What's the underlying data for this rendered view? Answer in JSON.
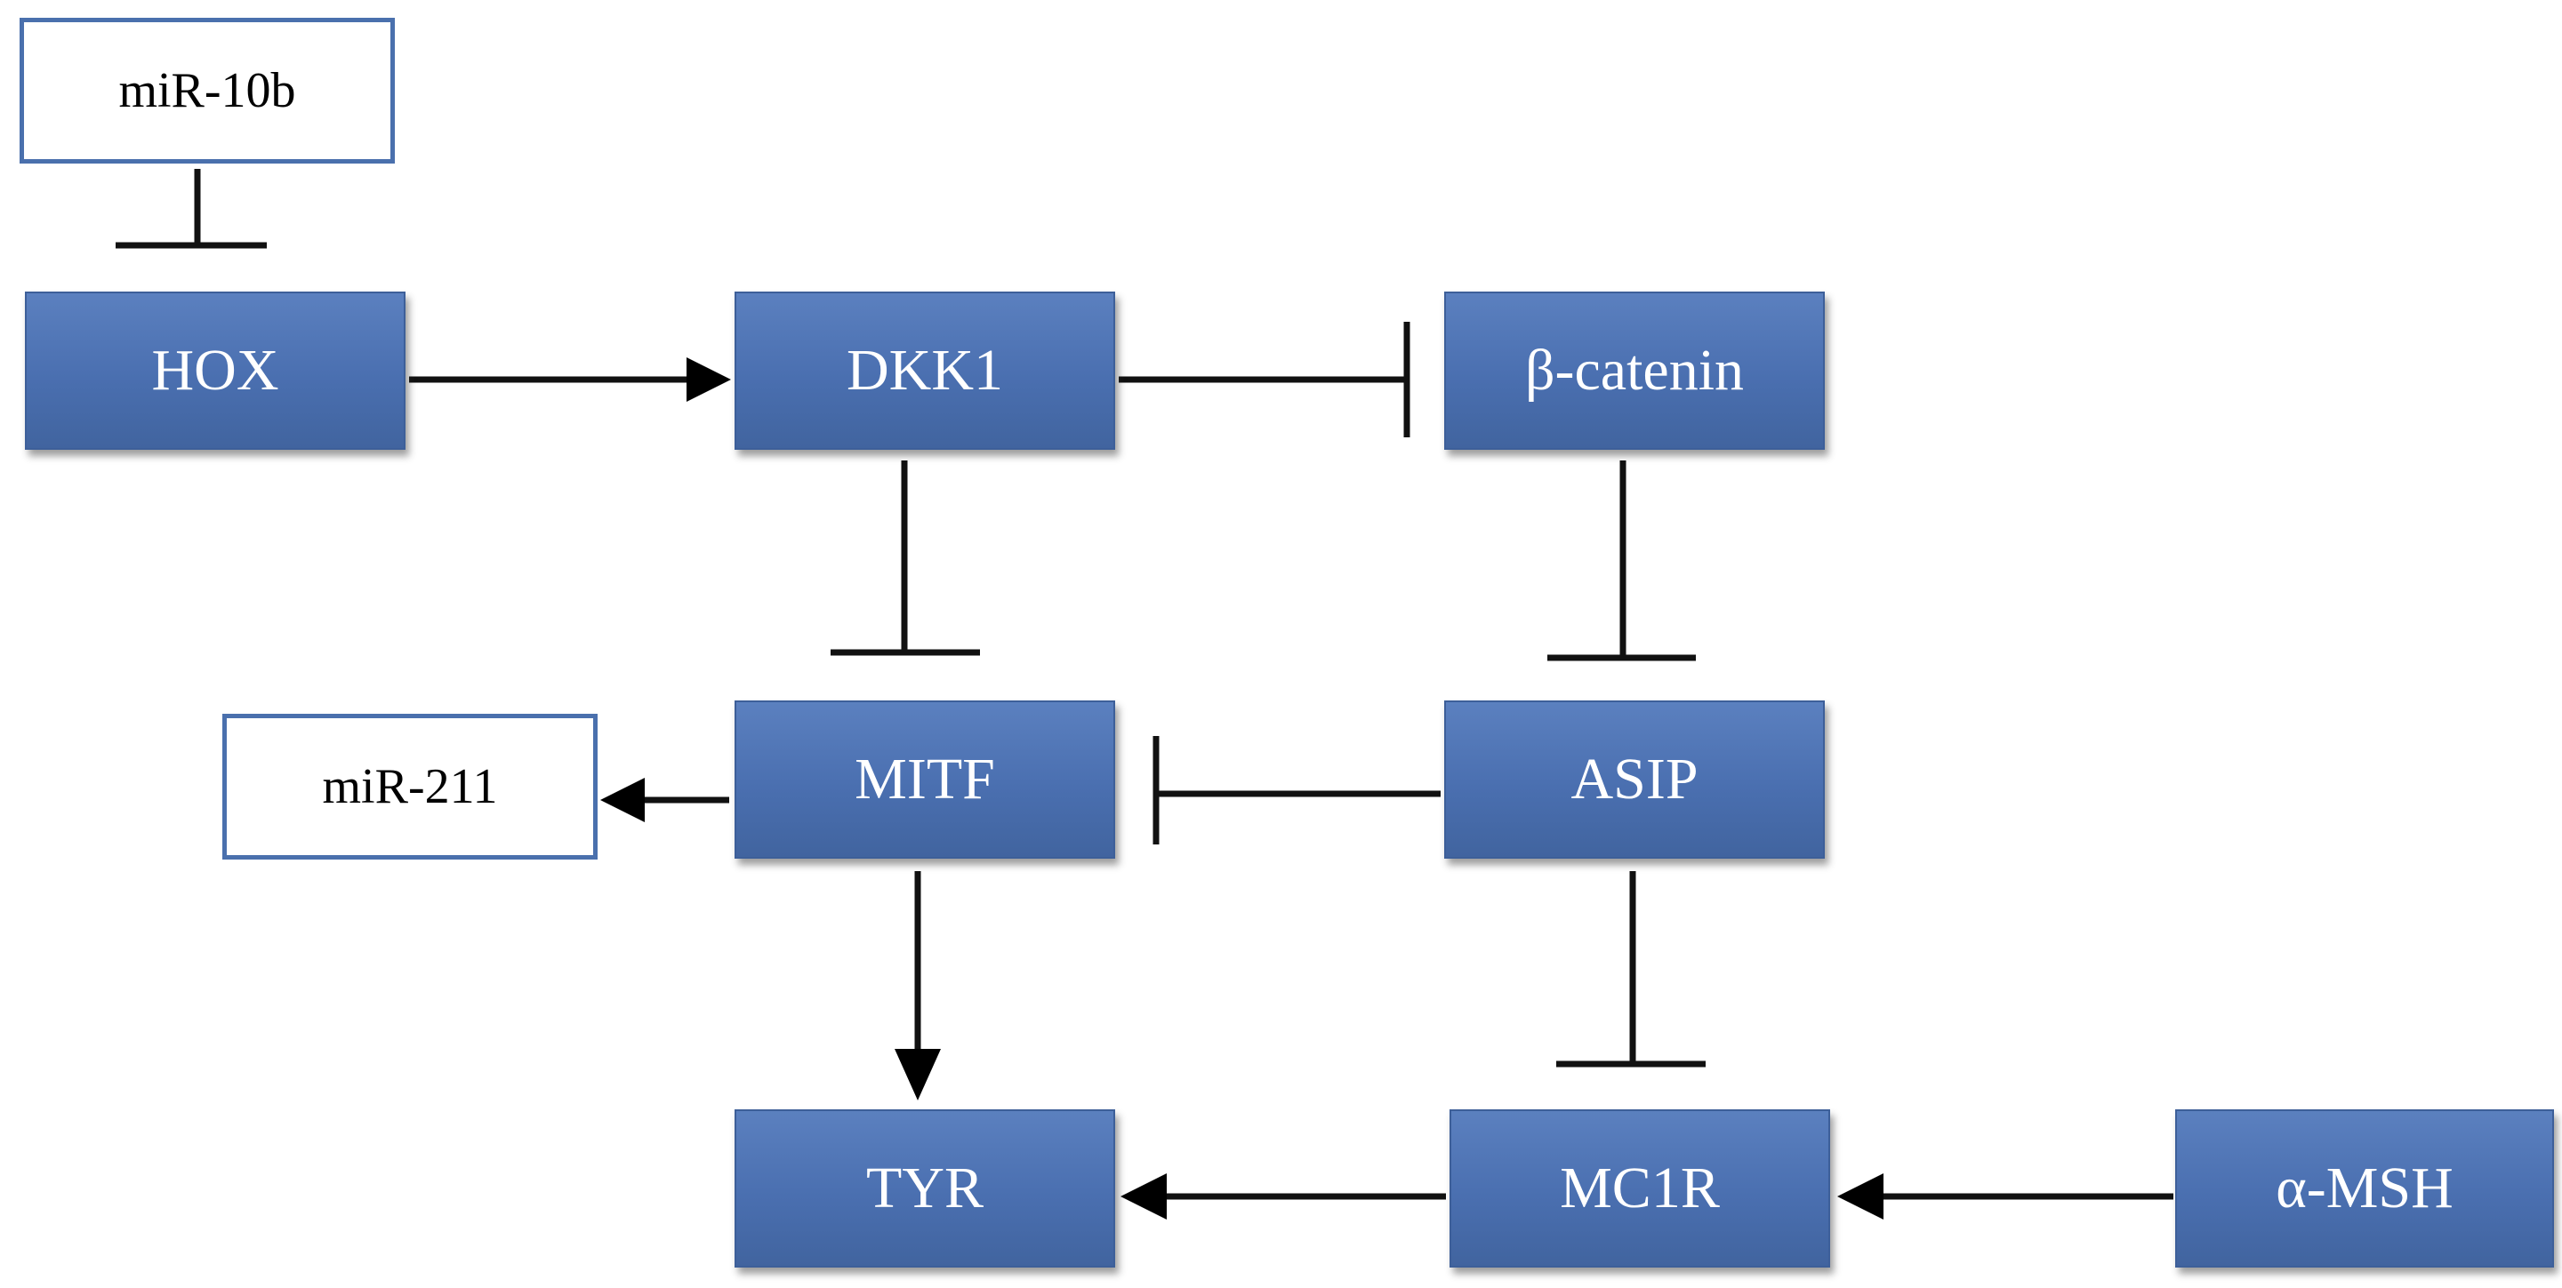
{
  "nodes": {
    "mir10b": "miR-10b",
    "hox": "HOX",
    "dkk1": "DKK1",
    "beta_catenin": "β-catenin",
    "mitf": "MITF",
    "mir211": "miR-211",
    "asip": "ASIP",
    "tyr": "TYR",
    "mc1r": "MC1R",
    "alpha_msh": "α-MSH"
  },
  "edges": [
    {
      "from": "miR-10b",
      "to": "HOX",
      "type": "inhibits"
    },
    {
      "from": "HOX",
      "to": "DKK1",
      "type": "activates"
    },
    {
      "from": "DKK1",
      "to": "β-catenin",
      "type": "inhibits"
    },
    {
      "from": "DKK1",
      "to": "MITF",
      "type": "inhibits"
    },
    {
      "from": "β-catenin",
      "to": "ASIP",
      "type": "inhibits"
    },
    {
      "from": "MITF",
      "to": "miR-211",
      "type": "activates"
    },
    {
      "from": "ASIP",
      "to": "MITF",
      "type": "inhibits"
    },
    {
      "from": "MITF",
      "to": "TYR",
      "type": "activates"
    },
    {
      "from": "ASIP",
      "to": "MC1R",
      "type": "inhibits"
    },
    {
      "from": "MC1R",
      "to": "TYR",
      "type": "activates"
    },
    {
      "from": "α-MSH",
      "to": "MC1R",
      "type": "activates"
    }
  ],
  "colors": {
    "box_fill": "#4a6fb0",
    "box_border_outline": "#4a70ad",
    "edge": "#111111"
  }
}
